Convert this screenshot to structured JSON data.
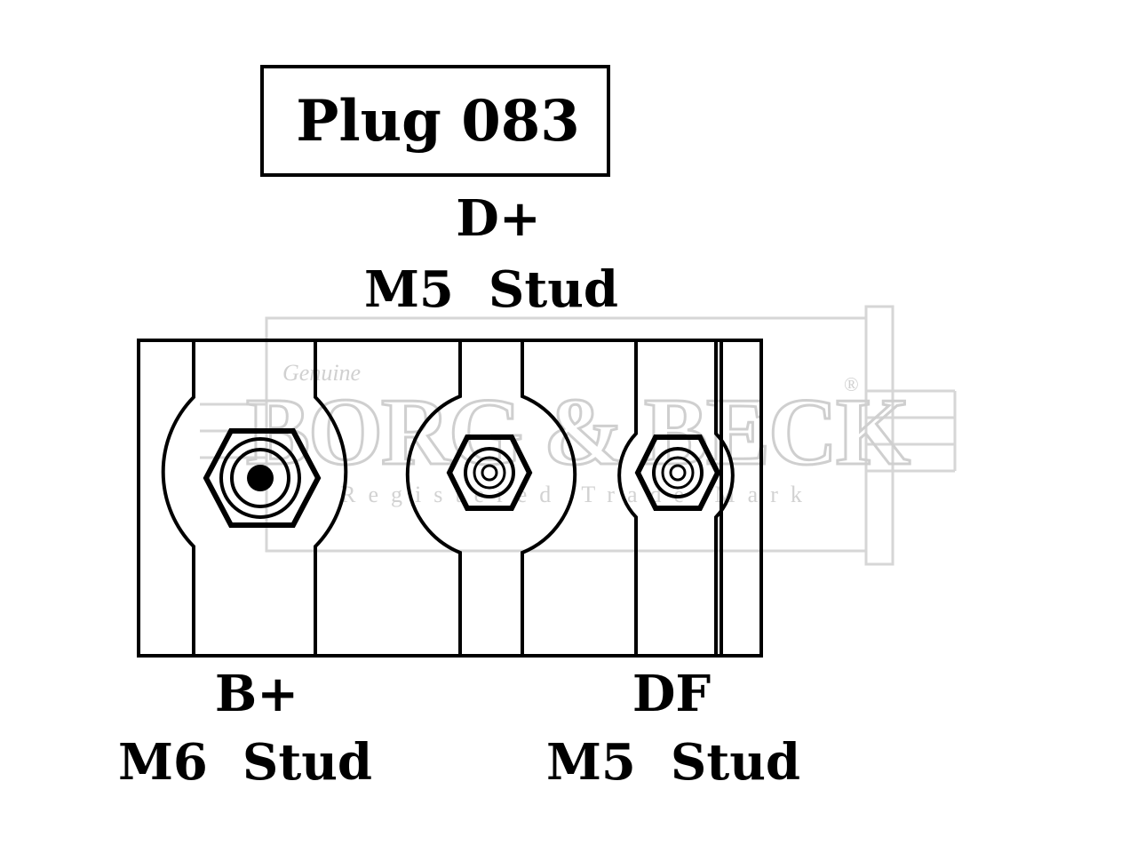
{
  "title": "Plug 083",
  "terminals": {
    "d_plus": {
      "name": "D+",
      "stud": "M5  Stud"
    },
    "b_plus": {
      "name": "B+",
      "stud": "M6  Stud"
    },
    "df": {
      "name": "DF",
      "stud": "M5  Stud"
    }
  },
  "watermark": {
    "script": "Genuine",
    "brand": "BORG & BECK",
    "tagline": "Registered Trade Mark",
    "mark": "®"
  },
  "colors": {
    "line": "#000000",
    "watermark": "#d4d4d4"
  }
}
